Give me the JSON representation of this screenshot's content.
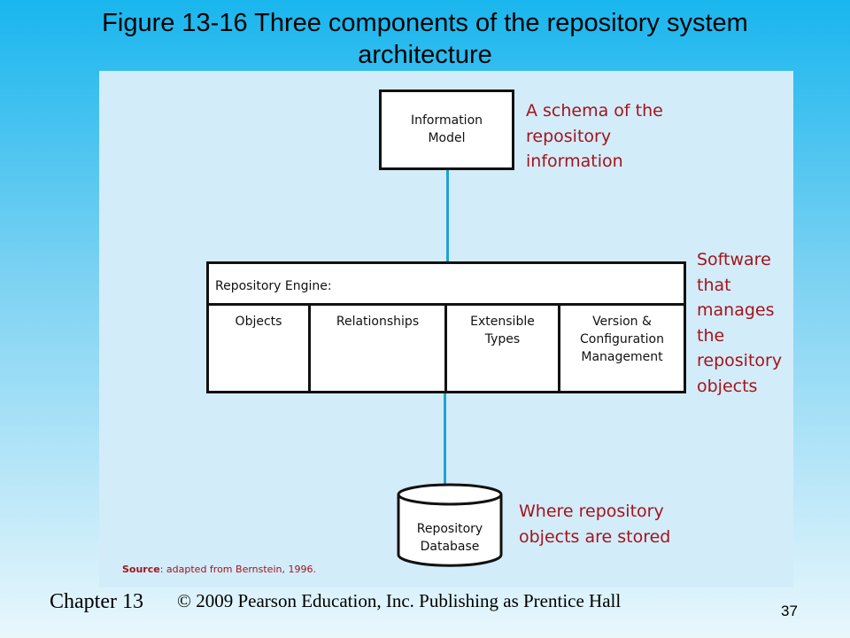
{
  "slide": {
    "title_line1": "Figure 13-16 Three components of the repository system",
    "title_line2": "architecture",
    "chapter": "Chapter 13",
    "copyright": "© 2009 Pearson Education, Inc.  Publishing as Prentice Hall",
    "page_number": "37"
  },
  "diagram": {
    "info_model": {
      "line1": "Information",
      "line2": "Model"
    },
    "engine": {
      "label": "Repository Engine:",
      "cells": [
        {
          "line1": "Objects",
          "line2": "",
          "line3": ""
        },
        {
          "line1": "Relationships",
          "line2": "",
          "line3": ""
        },
        {
          "line1": "Extensible",
          "line2": "Types",
          "line3": ""
        },
        {
          "line1": "Version &",
          "line2": "Configuration",
          "line3": "Management"
        }
      ]
    },
    "database": {
      "line1": "Repository",
      "line2": "Database"
    },
    "annotations": {
      "info_model": [
        "A schema of the",
        "repository",
        "information"
      ],
      "engine": [
        "Software",
        "that",
        "manages",
        "the",
        "repository",
        "objects"
      ],
      "database": [
        "Where repository",
        "objects are stored"
      ]
    },
    "source": {
      "label": "Source",
      "text": ": adapted from Bernstein, 1996."
    }
  }
}
